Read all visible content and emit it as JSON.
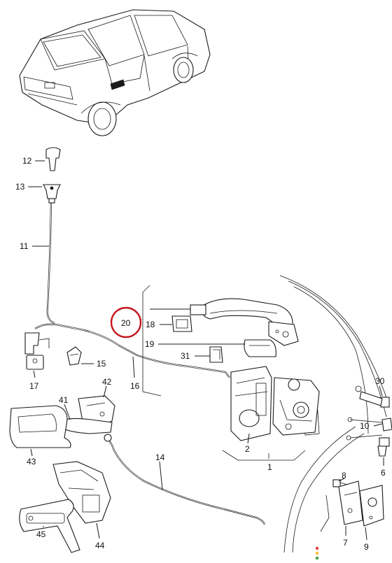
{
  "callouts": {
    "c12": "12",
    "c13": "13",
    "c11": "11",
    "c20": "20",
    "c18": "18",
    "c19": "19",
    "c31": "31",
    "c17": "17",
    "c15": "15",
    "c16": "16",
    "c42": "42",
    "c41": "41",
    "c43": "43",
    "c14": "14",
    "c45": "45",
    "c44": "44",
    "c2": "2",
    "c1": "1",
    "c30": "30",
    "c10": "10",
    "c6": "6",
    "c8": "8",
    "c7": "7",
    "c9": "9"
  },
  "highlight": {
    "color": "#c4161c",
    "target": "20"
  },
  "signal_dots": [
    "#e53935",
    "#fbc02d",
    "#43a047"
  ]
}
